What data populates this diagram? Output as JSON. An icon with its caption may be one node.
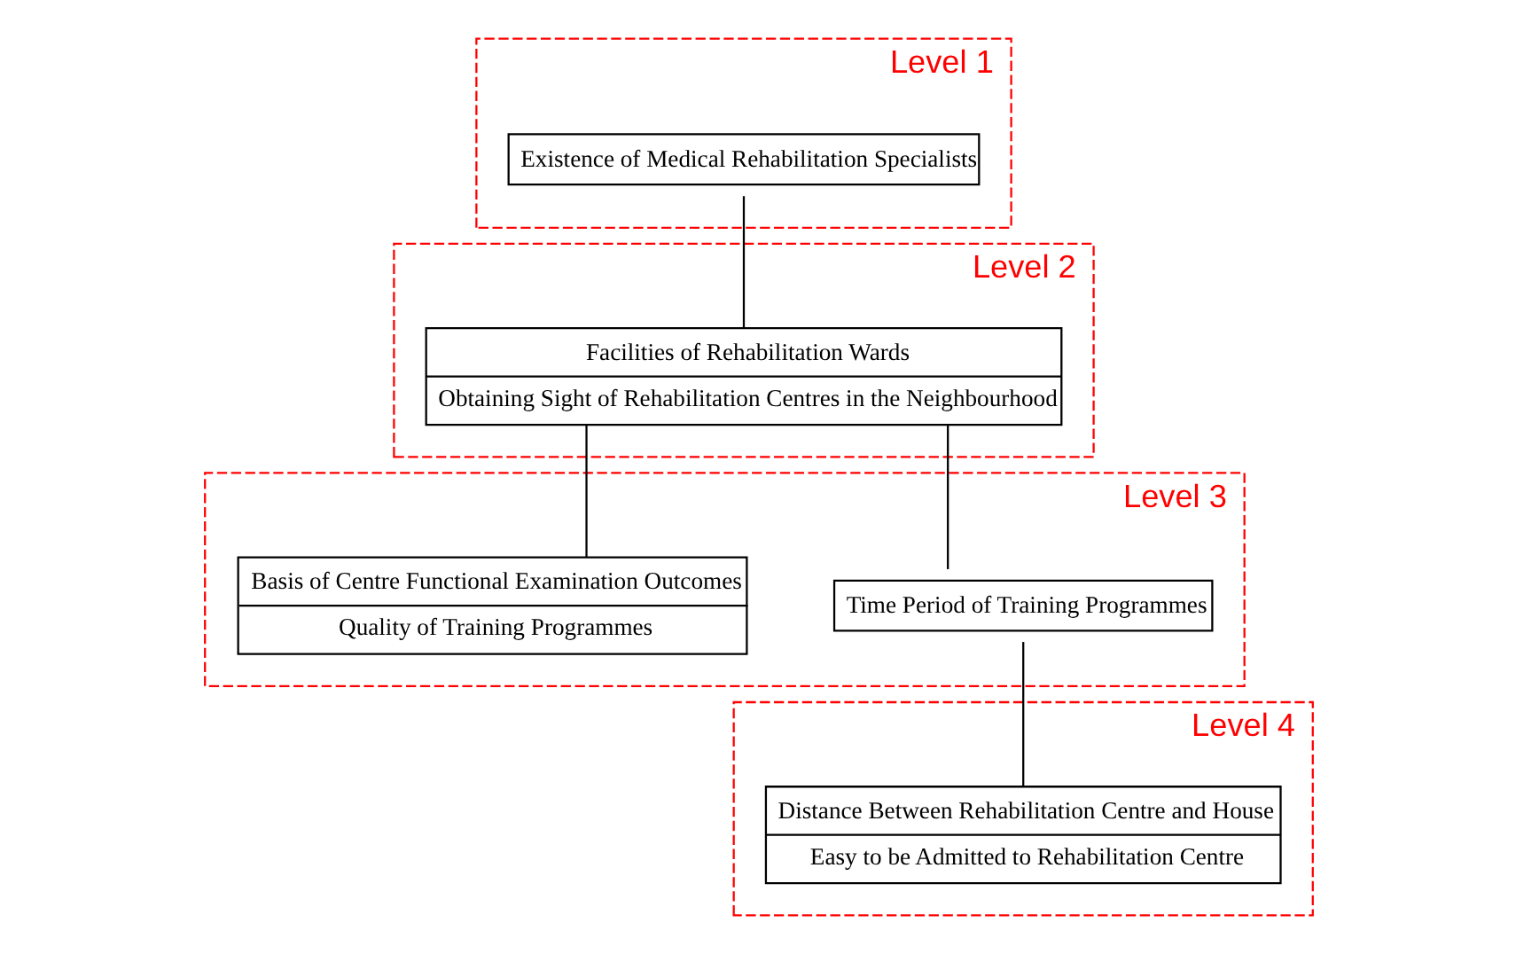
{
  "diagram": {
    "nodes": [
      {
        "text": [
          "Level 1"
        ]
      },
      {
        "text": [
          "Existence of Medical Rehabilitation Specialists"
        ],
        "in": 0
      },
      {
        "text": [
          "Level 2"
        ]
      },
      {
        "text": [
          "Facilities of Rehabilitation Wards",
          "Obtaining Sight of Rehabilitation Centres in the Neighbourhood"
        ],
        "in": 2
      },
      {
        "text": [
          "Level 3"
        ]
      },
      {
        "text": [
          "Time Period of Training Programmes"
        ],
        "in": 4
      },
      {
        "text": [
          "Basis of Centre Functional Examination Outcomes",
          "Quality of Training Programmes"
        ],
        "in": 4
      },
      {
        "text": [
          "Level 4"
        ]
      },
      {
        "text": [
          "Distance Between Rehabilitation Centre and House",
          "Easy to be Admitted to Rehabilitation Centre"
        ],
        "in": 7
      }
    ],
    "edges": [
      {
        "from": 1,
        "to": 3,
        "arrow": "none"
      },
      {
        "from": 3,
        "to": 5,
        "arrow": "none"
      },
      {
        "from": 3,
        "to": 6,
        "arrow": "none"
      },
      {
        "from": 5,
        "to": 8,
        "arrow": "none"
      }
    ]
  }
}
